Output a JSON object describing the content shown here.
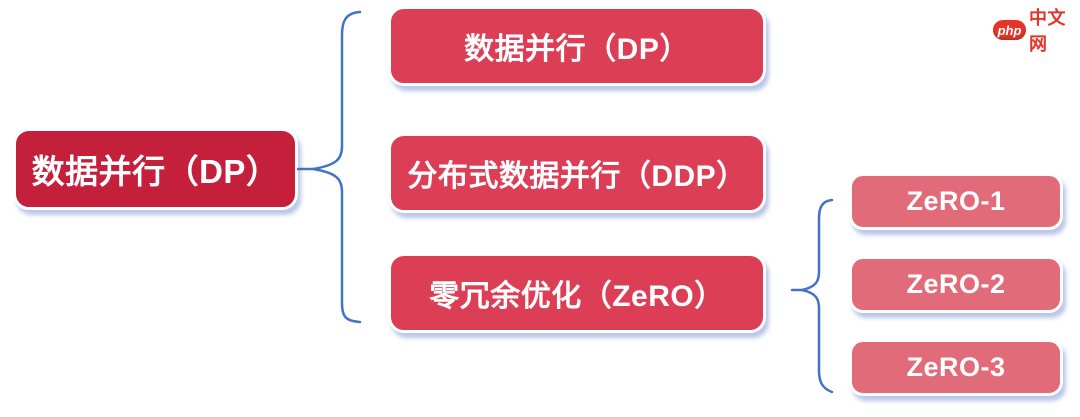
{
  "page": {
    "background": "#ffffff"
  },
  "logo": {
    "brand": "php",
    "site": "中文网",
    "color": "#e53528"
  },
  "diagram": {
    "brace_color": "#4472c4",
    "root": {
      "label": "数据并行（DP）",
      "color": "#c4203b"
    },
    "branches": [
      {
        "label": "数据并行（DP）",
        "color": "#dc3e55"
      },
      {
        "label": "分布式数据并行（DDP）",
        "color": "#dc3e55"
      },
      {
        "label": "零冗余优化（ZeRO）",
        "color": "#dc3e55"
      }
    ],
    "zero_levels": [
      {
        "label": "ZeRO-1",
        "color": "#e16b78"
      },
      {
        "label": "ZeRO-2",
        "color": "#e16b78"
      },
      {
        "label": "ZeRO-3",
        "color": "#e16b78"
      }
    ]
  }
}
